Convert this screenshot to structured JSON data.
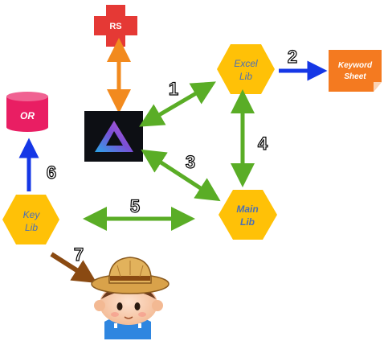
{
  "nodes": {
    "rs": {
      "label": "RS",
      "color": "#e53935"
    },
    "excel_lib": {
      "label1": "Excel",
      "label2": "Lib",
      "color": "#ffc107",
      "text_color": "#4a6fb5"
    },
    "keyword_sheet": {
      "label1": "Keyword",
      "label2": "Sheet",
      "color": "#f47a20"
    },
    "or": {
      "label": "OR",
      "color": "#e91e63"
    },
    "app_logo": {
      "name": "app-logo-icon"
    },
    "main_lib": {
      "label1": "Main",
      "label2": "Lib",
      "color": "#ffc107",
      "text_color": "#4a6fb5"
    },
    "key_lib": {
      "label1": "Key",
      "label2": "Lib",
      "color": "#ffc107",
      "text_color": "#4a6fb5"
    },
    "user": {
      "name": "farmer-avatar-icon"
    }
  },
  "edges": {
    "e1": "1",
    "e2": "2",
    "e3": "3",
    "e4": "4",
    "e5": "5",
    "e6": "6",
    "e7": "7"
  },
  "colors": {
    "green_arrow": "#5aad26",
    "orange_arrow": "#f28a1e",
    "blue_arrow": "#1537e6",
    "brown_arrow": "#8a4a12"
  }
}
